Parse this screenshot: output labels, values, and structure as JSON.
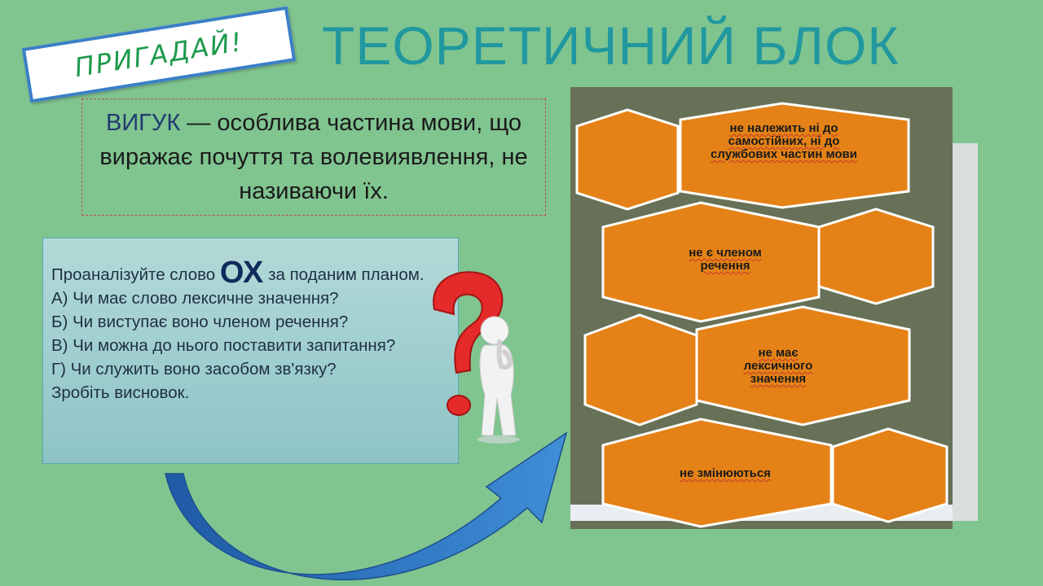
{
  "stamp": {
    "label": "ПРИГАДАЙ!"
  },
  "title": "ТЕОРЕТИЧНИЙ БЛОК",
  "definition": {
    "term": "ВИГУК",
    "text": " — особлива частина мови, що виражає почуття та волевиявлення, не називаючи їх."
  },
  "task": {
    "intro_before": "Проаналізуйте слово ",
    "word": "ОХ",
    "intro_after": " за поданим планом.",
    "questions": [
      "А) Чи має слово лексичне значення?",
      "Б) Чи виступає воно членом речення?",
      "В) Чи можна до нього поставити запитання?",
      "Г) Чи служить воно засобом зв'язку?",
      "Зробіть висновок."
    ]
  },
  "hexagons": [
    {
      "label": "не належить ні до самостійних, ні до службових частин мови"
    },
    {
      "label": "не є членом речення"
    },
    {
      "label": "не має лексичного значення"
    },
    {
      "label": "не змінюються"
    }
  ],
  "colors": {
    "background": "#80c490",
    "title": "#21989f",
    "hex_fill": "#e58217",
    "panel": "#677157",
    "arrow": "#2e6fb8"
  }
}
